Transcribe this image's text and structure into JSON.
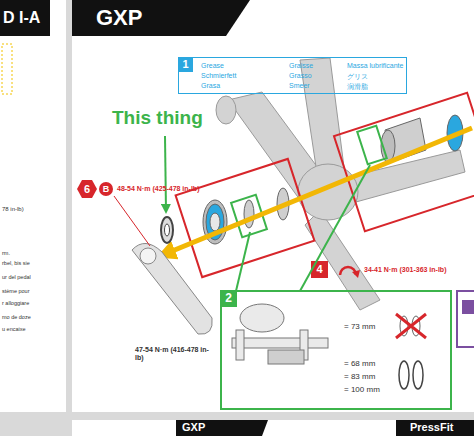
{
  "diagram": {
    "title": "GXP",
    "nodes": [
      {
        "text": [
          "1",
          "Grease",
          "Graisse",
          "Massa lubrificante",
          "Schmierfett",
          "Grasso",
          "グリス",
          "Grasa",
          "Smeer",
          "润滑脂"
        ]
      },
      {
        "text": [
          "2",
          "= 73 mm",
          "= 68 mm",
          "= 83 mm",
          "= 100 mm"
        ]
      }
    ],
    "labels": [
      "D I-A",
      "78 in-lb)",
      "rm.",
      "rbel, bis sie",
      "ur del pedal",
      "stème pour",
      "r alloggiare",
      "mo de doze",
      "u encaixe",
      "This thing",
      "6",
      "B",
      "48-54 N·m (425-478 in-lb)",
      "4",
      "34-41 N·m (301-363 in-lb)",
      "47-54 N·m (416-478 in-lb)",
      "GXP",
      "PressFit"
    ]
  }
}
